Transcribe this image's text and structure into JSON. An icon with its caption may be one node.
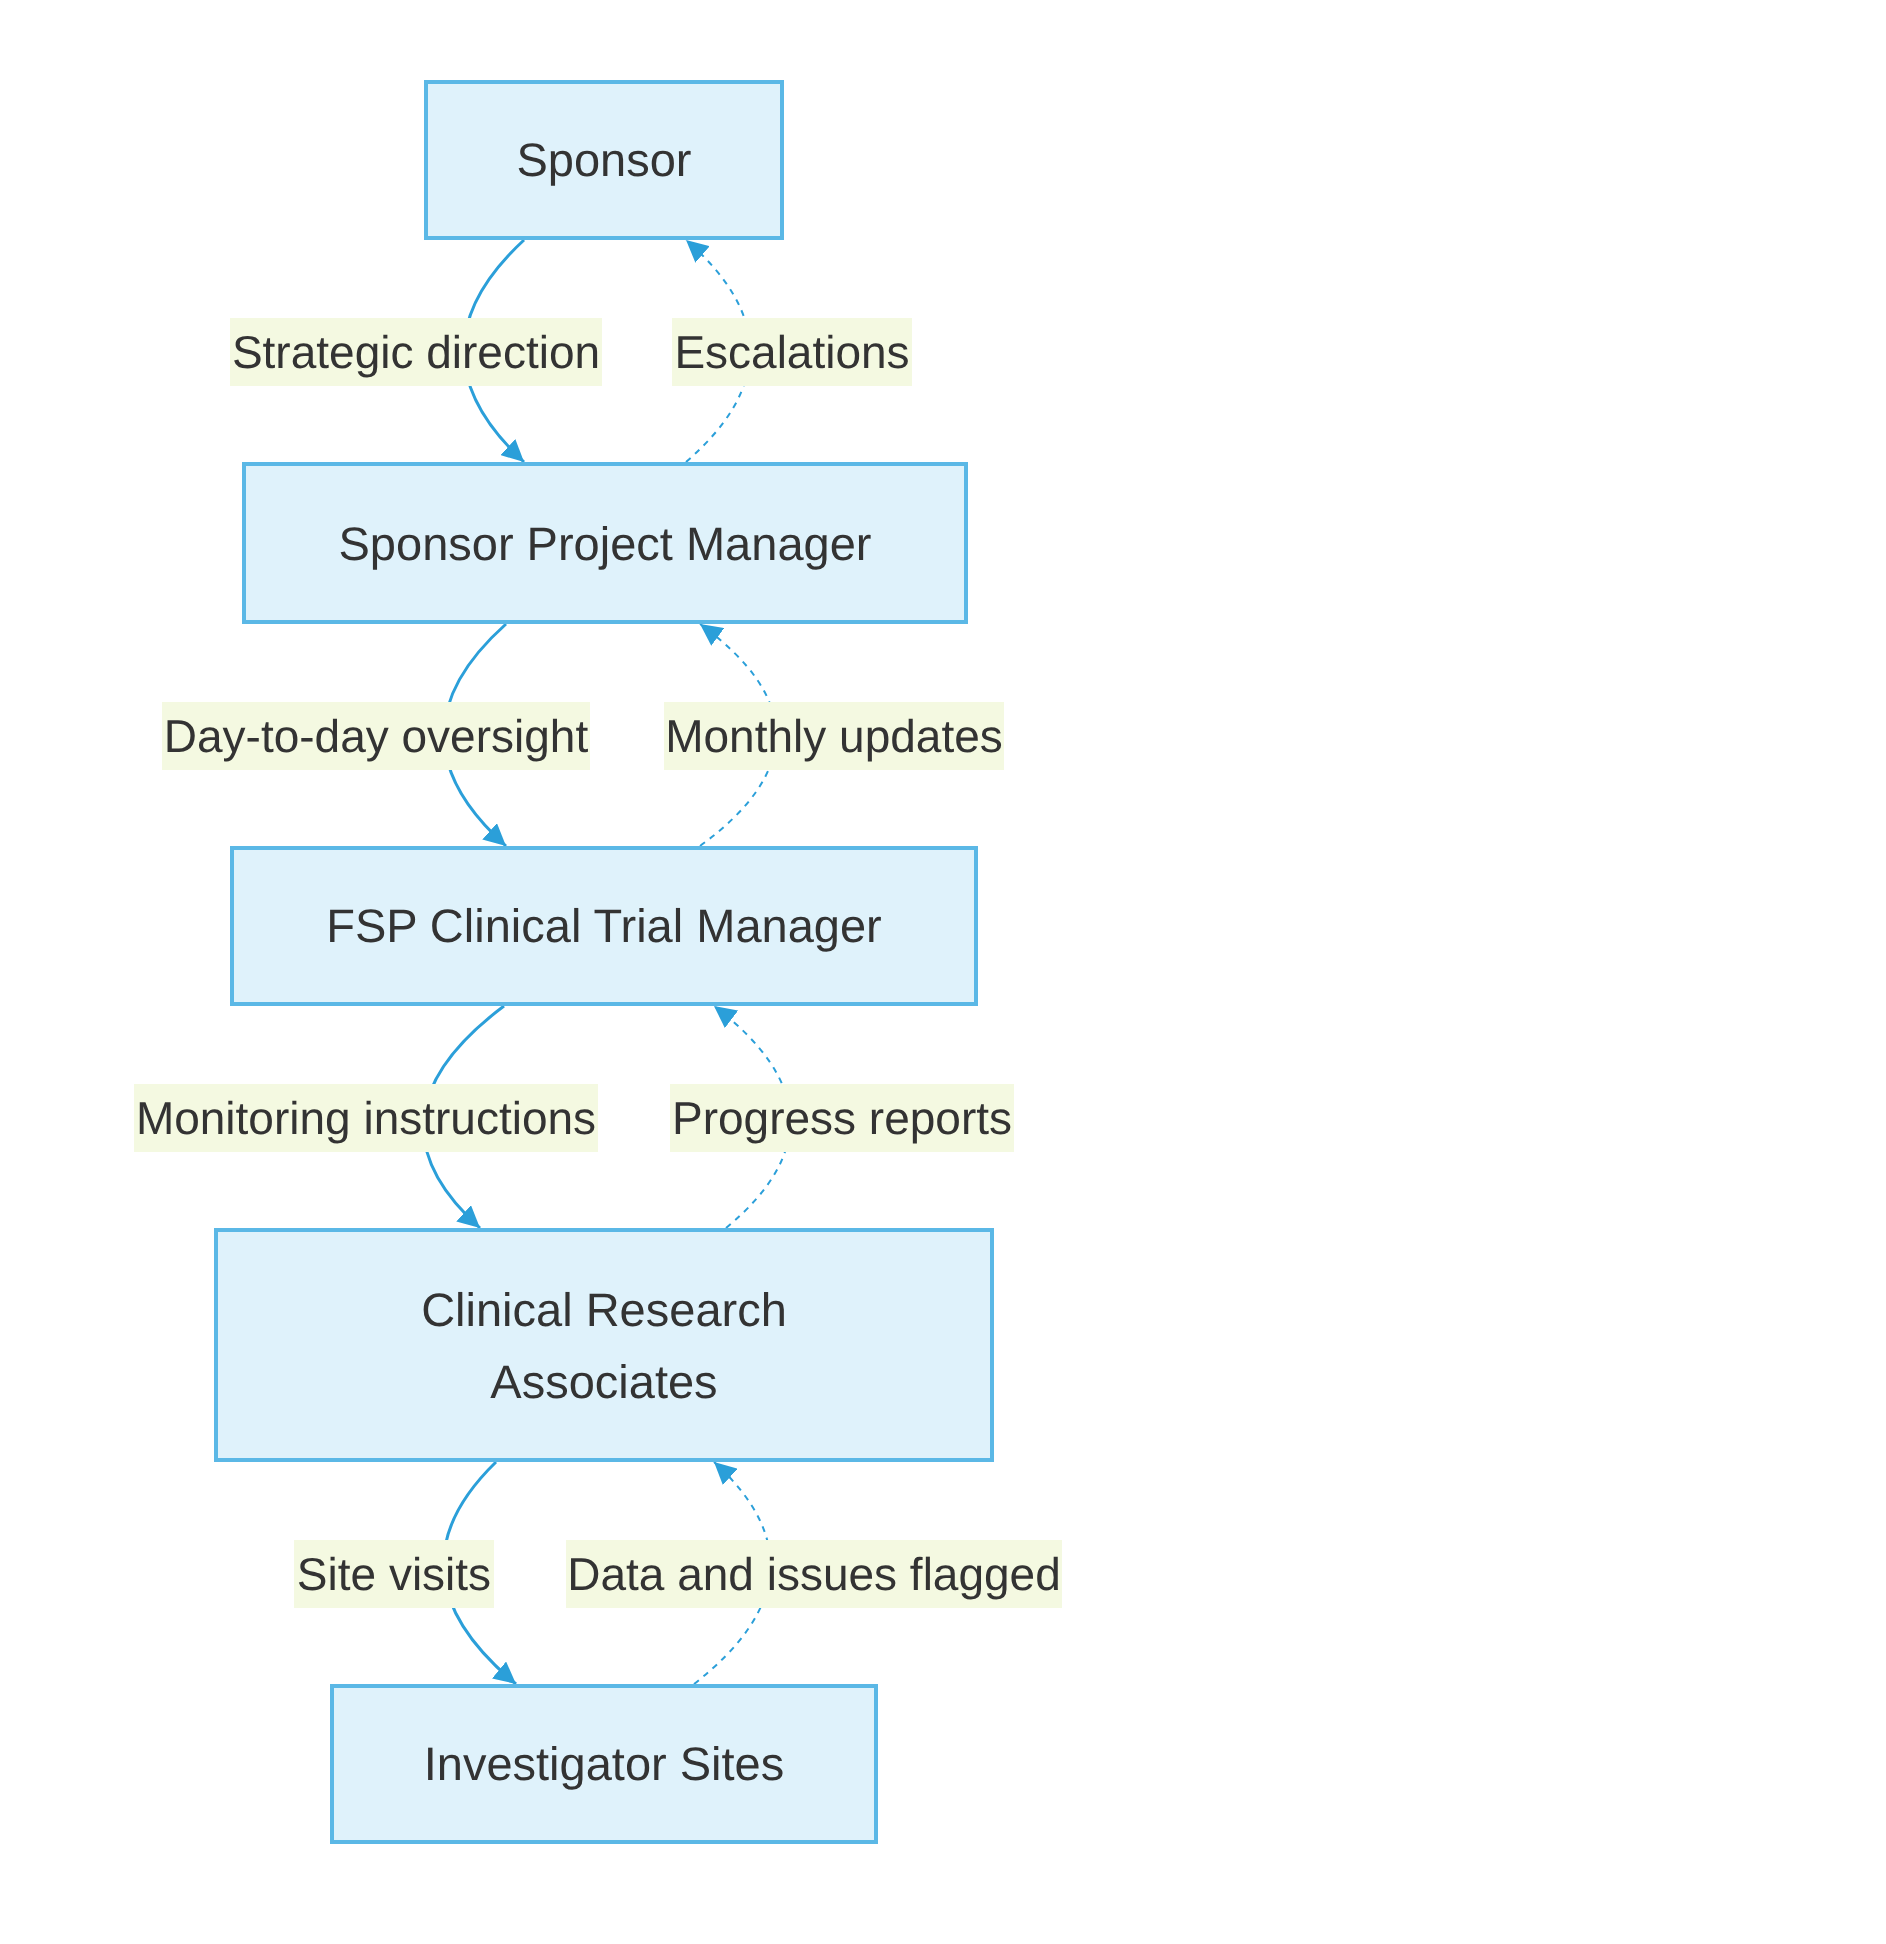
{
  "diagram": {
    "nodes": [
      {
        "text": [
          "Sponsor"
        ]
      },
      {
        "text": [
          "Sponsor Project Manager"
        ]
      },
      {
        "text": [
          "FSP Clinical Trial Manager"
        ]
      },
      {
        "text": [
          "Clinical Research Associates"
        ]
      },
      {
        "text": [
          "Investigator Sites"
        ]
      }
    ],
    "edges": [
      {
        "from": 0,
        "to": 1,
        "arrow": "to",
        "label": "Strategic direction"
      },
      {
        "from": 1,
        "to": 0,
        "arrow": "to",
        "label": "Escalations",
        "style": "dashed"
      },
      {
        "from": 1,
        "to": 2,
        "arrow": "to",
        "label": "Day-to-day oversight"
      },
      {
        "from": 2,
        "to": 1,
        "arrow": "to",
        "label": "Monthly updates",
        "style": "dashed"
      },
      {
        "from": 2,
        "to": 3,
        "arrow": "to",
        "label": "Monitoring instructions"
      },
      {
        "from": 3,
        "to": 2,
        "arrow": "to",
        "label": "Progress reports",
        "style": "dashed"
      },
      {
        "from": 3,
        "to": 4,
        "arrow": "to",
        "label": "Site visits"
      },
      {
        "from": 4,
        "to": 3,
        "arrow": "to",
        "label": "Data and issues flagged",
        "style": "dashed"
      }
    ]
  }
}
